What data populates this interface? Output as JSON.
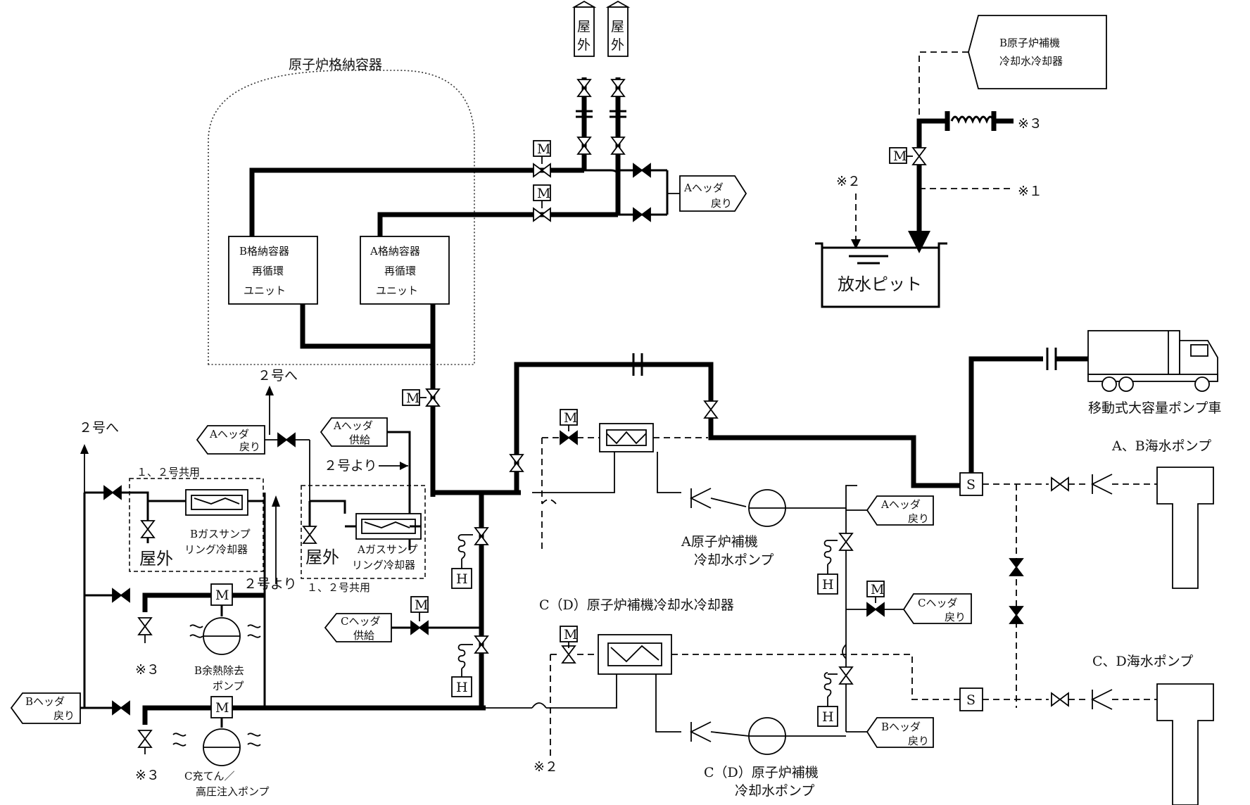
{
  "containment": {
    "title": "原子炉格納容器"
  },
  "outdoor": {
    "label": "屋外",
    "line1": "屋",
    "line2": "外"
  },
  "cv_units": {
    "b": {
      "line1": "B格納容器",
      "line2": "再循環",
      "line3": "ユニット"
    },
    "a": {
      "line1": "A格納容器",
      "line2": "再循環",
      "line3": "ユニット"
    }
  },
  "headers": {
    "a_return": {
      "line1": "Aヘッダ",
      "line2": "戻り"
    },
    "a_supply": {
      "line1": "Aヘッダ",
      "line2": "供給"
    },
    "c_supply": {
      "line1": "Cヘッダ",
      "line2": "供給"
    },
    "c_return": {
      "line1": "Cヘッダ",
      "line2": "戻り"
    },
    "b_return": {
      "line1": "Bヘッダ",
      "line2": "戻り"
    }
  },
  "b_ccw_cooler": {
    "line1": "B原子炉補機",
    "line2": "冷却水冷却器"
  },
  "marks": {
    "m": "M",
    "h": "H",
    "s": "S",
    "note1": "※１",
    "note2": "※２",
    "note3": "※３"
  },
  "discharge_pit": "放水ピット",
  "to_unit2": "２号へ",
  "from_unit2": "２号より",
  "shared_units": "１、２号共用",
  "gas_sampling": {
    "b": {
      "line1": "Bガスサンプ",
      "line2": "リング冷却器"
    },
    "a": {
      "line1": "Aガスサンプ",
      "line2": "リング冷却器"
    }
  },
  "pumps": {
    "a_ccw": {
      "line1": "A原子炉補機",
      "line2": "冷却水ポンプ"
    },
    "cd_ccw": {
      "line1": "C（D）原子炉補機",
      "line2": "冷却水ポンプ"
    },
    "b_rhr": {
      "line1": "B余熱除去",
      "line2": "ポンプ"
    },
    "c_charging": {
      "line1": "C充てん／",
      "line2": "高圧注入ポンプ"
    },
    "ab_seawater": "A、B海水ポンプ",
    "cd_seawater": "C、D海水ポンプ"
  },
  "cd_cooler": "C（D）原子炉補機冷却水冷却器",
  "pump_truck": "移動式大容量ポンプ車"
}
